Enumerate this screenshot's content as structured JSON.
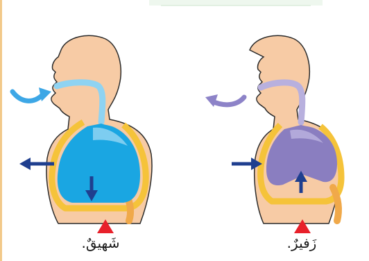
{
  "panels": [
    {
      "id": "inhalation",
      "caption": "شَهيقٌ."
    },
    {
      "id": "exhalation",
      "caption": "زَفيرٌ."
    }
  ],
  "colors": {
    "skin": "#f7cba5",
    "outline": "#2b2b2b",
    "lung_inhale": "#1aa6e2",
    "lung_inhale_light": "#8fd3f2",
    "lung_exhale": "#8a7ec0",
    "lung_exhale_light": "#b8b0de",
    "ribcage": "#f5c33a",
    "arrow_dark_blue": "#1f3f8f",
    "arrow_light_blue": "#3da7e6",
    "arrow_purple": "#8d83c8",
    "triangle": "#e8202a",
    "left_border": "#f2c98a"
  },
  "arrows": {
    "inhalation": {
      "air": "in",
      "chest": "out",
      "diaphragm": "down"
    },
    "exhalation": {
      "air": "out",
      "chest": "in",
      "diaphragm": "up"
    }
  }
}
